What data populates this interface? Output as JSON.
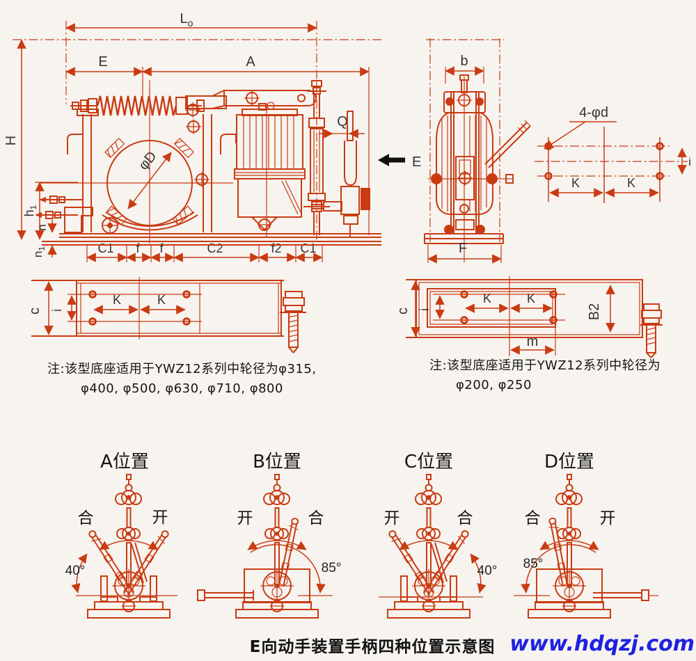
{
  "colors": {
    "line": "#c93b12",
    "label": "#333333",
    "cjk_text": "#151515",
    "watermark": "#1e22e0",
    "view_arrow": "#111111",
    "background": "#f7f3ef"
  },
  "front_view": {
    "dim_L": "L",
    "dim_L_sub": "o",
    "dim_E": "E",
    "dim_A": "A",
    "dim_H": "H",
    "dim_h": "h",
    "dim_h_sub": "1",
    "dim_n": "n",
    "dim_n1": "n",
    "dim_n1_sub": "1",
    "dim_phiD": "φD",
    "dim_Q": "Q",
    "bottom_dims": [
      "C1",
      "f",
      "f",
      "C2",
      "f2",
      "C1"
    ],
    "view_label": "E"
  },
  "side_view": {
    "dim_b": "b",
    "dim_F": "F"
  },
  "hole_detail": {
    "label": "4-φd",
    "dim_K_left": "K",
    "dim_K_right": "K",
    "dim_i": "i"
  },
  "base_plate_left": {
    "dim_c": "c",
    "dim_i": "i",
    "dim_K_left": "K",
    "dim_K_right": "K"
  },
  "base_plate_right": {
    "dim_c": "c",
    "dim_i": "i",
    "dim_K_left": "K",
    "dim_K_right": "K",
    "dim_B2": "B2",
    "dim_m": "m"
  },
  "notes": {
    "left_line1": "注:该型底座适用于YWZ12系列中轮径为φ315,",
    "left_line2": "φ400, φ500, φ630, φ710, φ800",
    "right_line1": "注:该型底座适用于YWZ12系列中轮径为",
    "right_line2": "φ200, φ250"
  },
  "positions": [
    {
      "title": "A位置",
      "left_label": "合",
      "right_label": "开",
      "angle": "40°"
    },
    {
      "title": "B位置",
      "left_label": "开",
      "right_label": "合",
      "angle": "85°"
    },
    {
      "title": "C位置",
      "left_label": "开",
      "right_label": "合",
      "angle": "40°"
    },
    {
      "title": "D位置",
      "left_label": "合",
      "right_label": "开",
      "angle": "85°"
    }
  ],
  "caption": "E向动手装置手柄四种位置示意图",
  "watermark": "www.hdqzj.com"
}
